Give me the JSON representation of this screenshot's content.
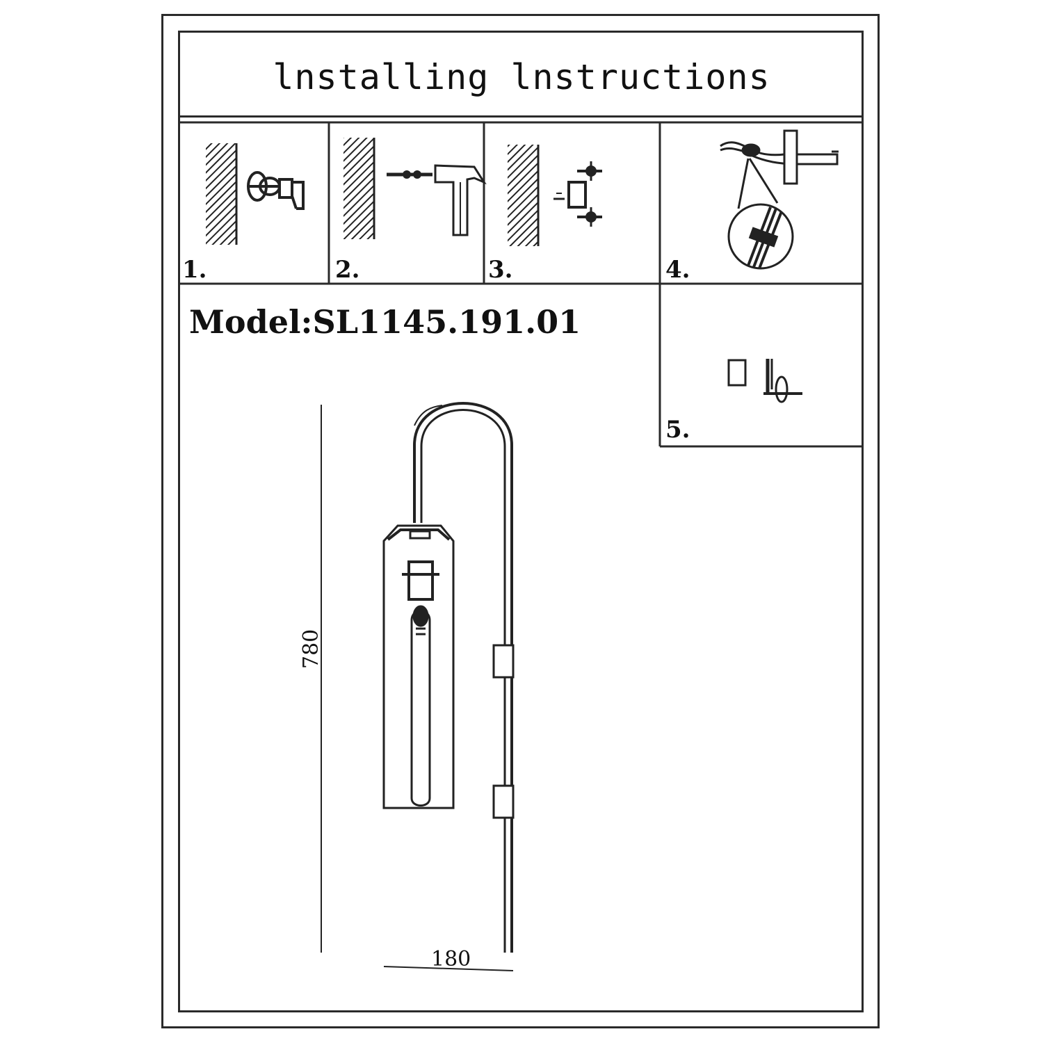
{
  "title": "lnstalling lnstructions",
  "steps": [
    {
      "number": "1.",
      "icon": "wall-plug-icon"
    },
    {
      "number": "2.",
      "icon": "hammer-screw-icon"
    },
    {
      "number": "3.",
      "icon": "mounting-bracket-icon"
    },
    {
      "number": "4.",
      "icon": "wire-connection-icon"
    },
    {
      "number": "5.",
      "icon": "bulb-switch-icon"
    }
  ],
  "model_label": "Model:SL1145.191.01",
  "dimensions": {
    "height": "780",
    "width": "180"
  },
  "colors": {
    "line": "#2a2a2a",
    "background": "#ffffff"
  }
}
